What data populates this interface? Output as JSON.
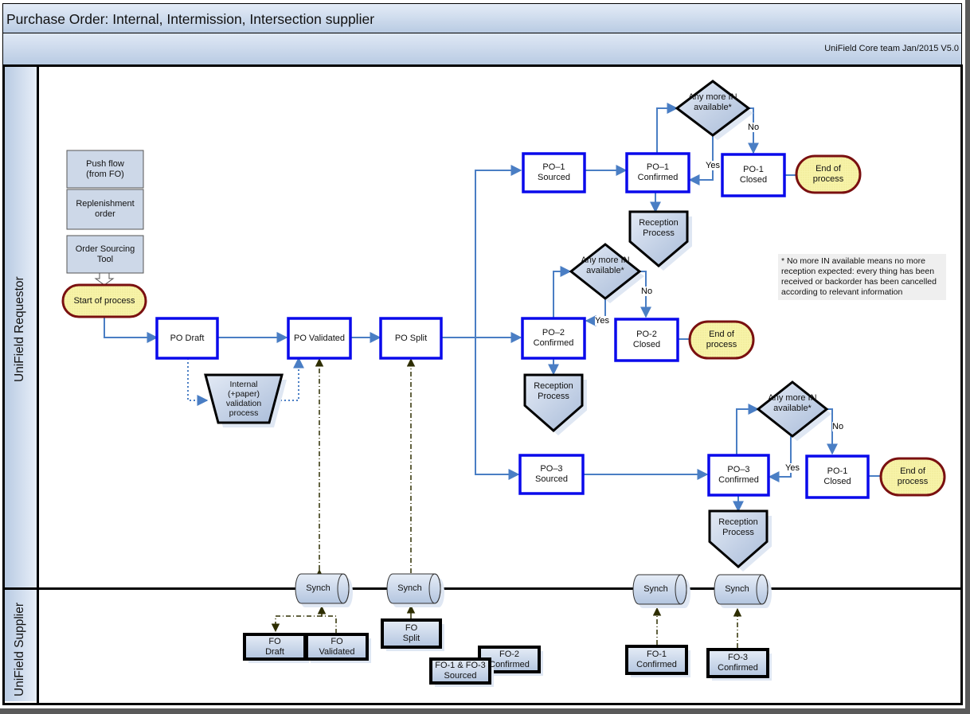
{
  "header": {
    "title": "Purchase Order: Internal, Intermission, Intersection supplier",
    "credit": "UniField Core team Jan/2015 V5.0"
  },
  "lanes": {
    "requestor": "UniField Requestor",
    "supplier": "UniField Supplier"
  },
  "colors": {
    "state_border": "#0a0aeb",
    "connector": "#4a7ec4",
    "sync_connector": "#2e2e00",
    "terminator_fill": "#f5f0a0",
    "terminator_border": "#7a1010",
    "shape_fill": "#c7d4e8"
  },
  "nodes": {
    "push_flow": "Push flow\n(from FO)",
    "replenishment": "Replenishment\norder",
    "order_sourcing": "Order Sourcing\nTool",
    "start": "Start of process",
    "po_draft": "PO Draft",
    "internal_validation": "Internal\n(+paper)\nvalidation\nprocess",
    "po_validated": "PO Validated",
    "po_split": "PO Split",
    "po1_sourced": "PO–1\nSourced",
    "po1_confirmed": "PO–1\nConfirmed",
    "decision1": "Any more IN\navailable*",
    "po1_closed": "PO-1\nClosed",
    "end1": "End of\nprocess",
    "reception1": "Reception\nProcess",
    "po2_confirmed": "PO–2\nConfirmed",
    "decision2": "Any more IN\navailable*",
    "po2_closed": "PO-2\nClosed",
    "end2": "End of\nprocess",
    "reception2": "Reception\nProcess",
    "po3_sourced": "PO–3\nSourced",
    "po3_confirmed": "PO–3\nConfirmed",
    "decision3": "Any more IN\navailable*",
    "po3_closed": "PO-1\nClosed",
    "end3": "End of\nprocess",
    "reception3": "Reception\nProcess",
    "synch1": "Synch",
    "synch2": "Synch",
    "synch3": "Synch",
    "synch4": "Synch",
    "fo_draft": "FO\nDraft",
    "fo_validated": "FO\nValidated",
    "fo_split": "FO\nSplit",
    "fo13_sourced": "FO-1 & FO-3\nSourced",
    "fo2_confirmed": "FO-2\nConfirmed",
    "fo1_confirmed": "FO-1\nConfirmed",
    "fo3_confirmed": "FO-3\nConfirmed"
  },
  "edge_labels": {
    "yes": "Yes",
    "no": "No"
  },
  "note": "* No more IN available means no more reception expected: every thing has been received or backorder has been cancelled according to relevant information"
}
